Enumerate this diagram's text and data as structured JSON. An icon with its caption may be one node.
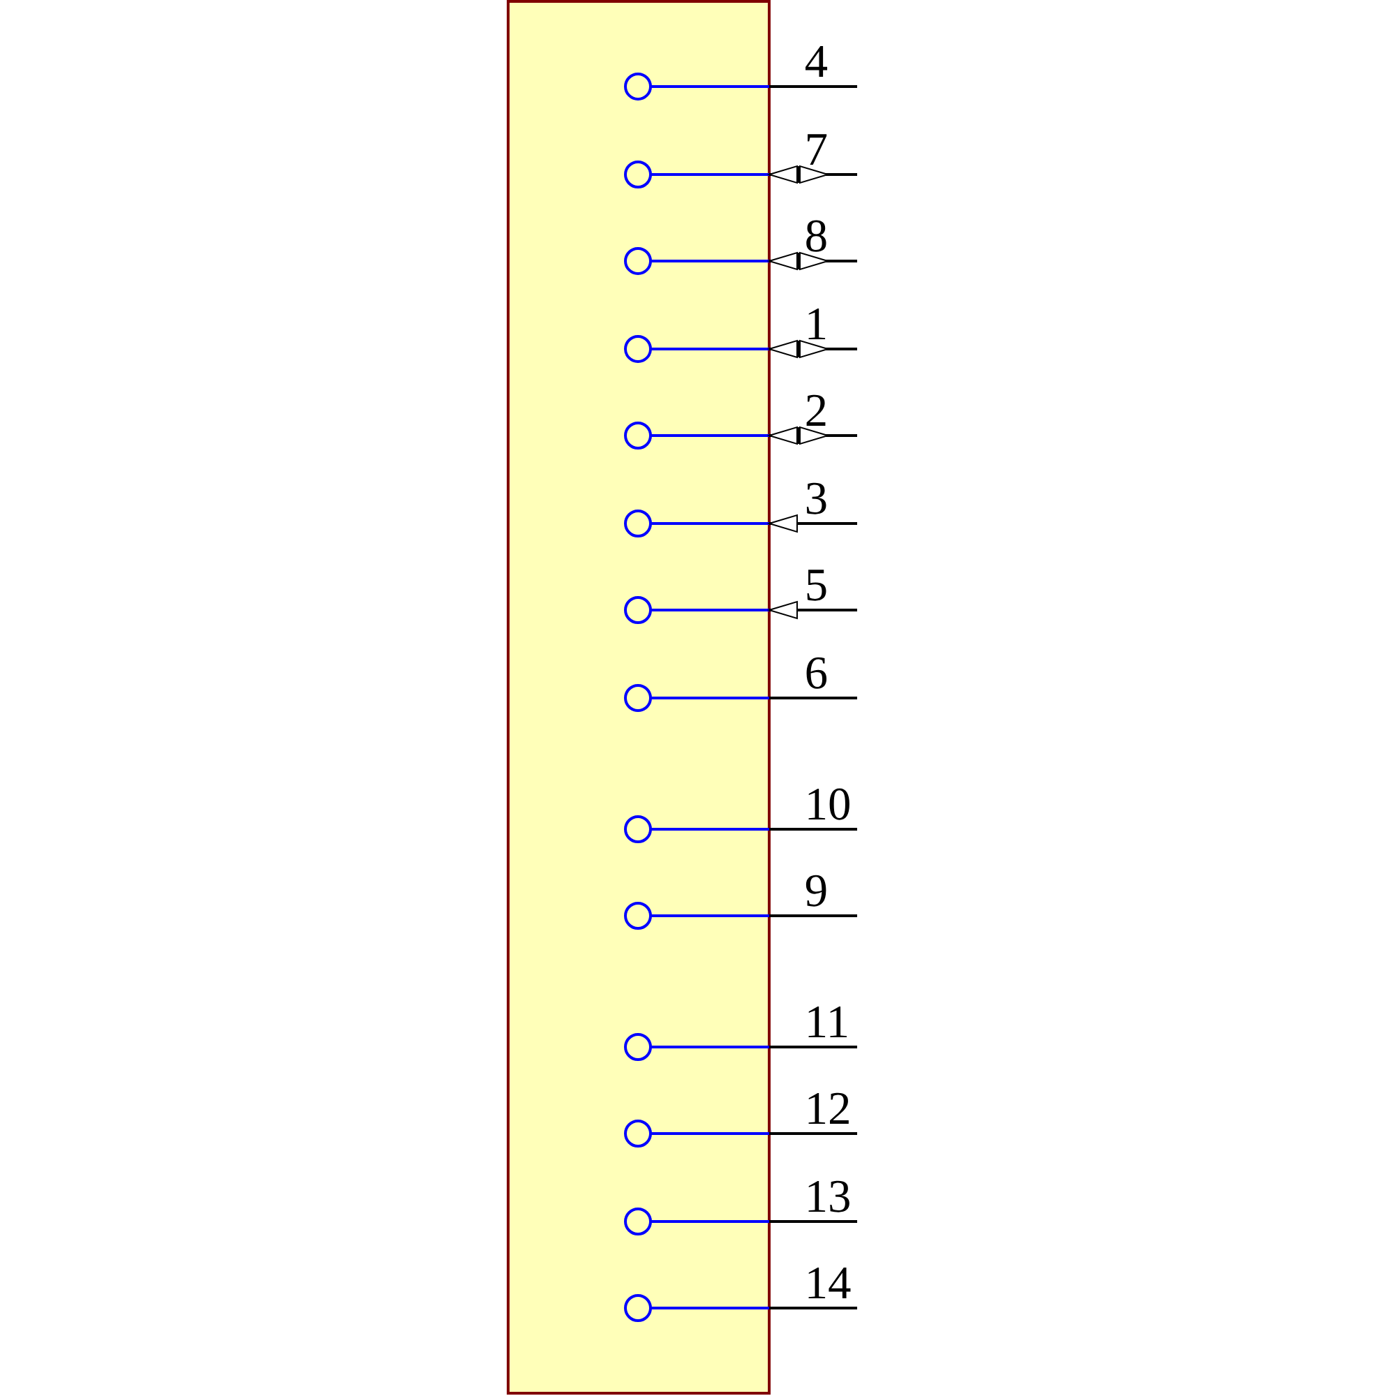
{
  "diagram": {
    "nodes": [
      {
        "text": [],
        "shape": "box",
        "beside": [
          "4",
          "7",
          "8",
          "1",
          "2",
          "3",
          "5",
          "6",
          "10",
          "9",
          "11",
          "12",
          "13",
          "14"
        ]
      }
    ]
  }
}
